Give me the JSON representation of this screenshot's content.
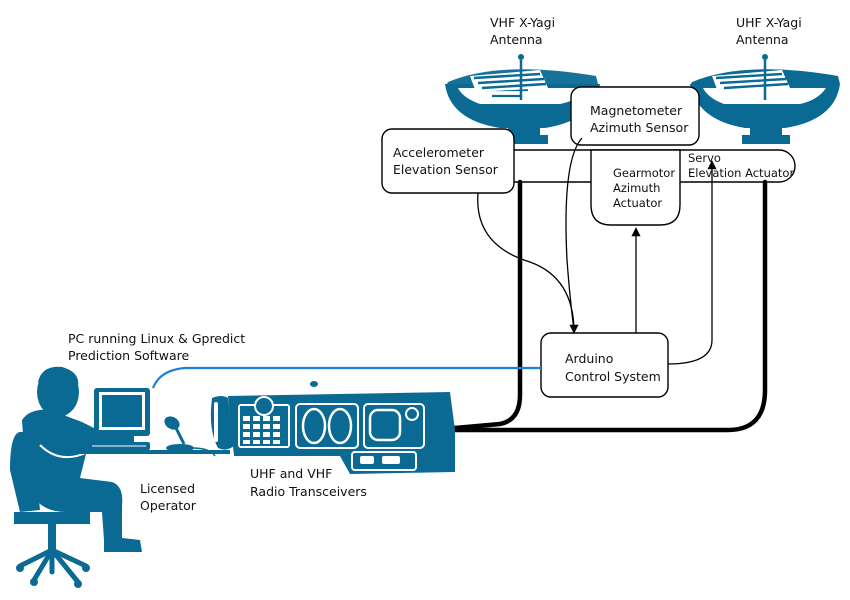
{
  "labels": {
    "vhf_antenna": [
      "VHF X-Yagi",
      "Antenna"
    ],
    "uhf_antenna": [
      "UHF X-Yagi",
      "Antenna"
    ],
    "magnetometer": [
      "Magnetometer",
      "Azimuth Sensor"
    ],
    "accelerometer": [
      "Accelerometer",
      "Elevation Sensor"
    ],
    "gearmotor": [
      "Gearmotor",
      "Azimuth",
      "Actuator"
    ],
    "servo": [
      "Servo",
      "Elevation Actuator"
    ],
    "arduino": [
      "Arduino",
      "Control System"
    ],
    "pc": [
      "PC running Linux & Gpredict",
      "Prediction Software"
    ],
    "operator": [
      "Licensed",
      "Operator"
    ],
    "radios": [
      "UHF and VHF",
      "Radio Transceivers"
    ]
  },
  "colors": {
    "equipment_blue": "#0a6a94",
    "usb_link": "#1e7fd6",
    "wire": "#000000"
  }
}
